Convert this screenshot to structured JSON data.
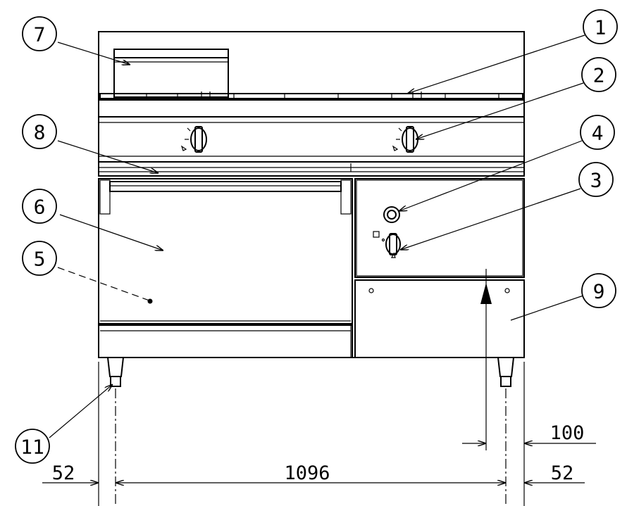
{
  "callouts": [
    {
      "id": "1",
      "label": "1"
    },
    {
      "id": "2",
      "label": "2"
    },
    {
      "id": "3",
      "label": "3"
    },
    {
      "id": "4",
      "label": "4"
    },
    {
      "id": "5",
      "label": "5"
    },
    {
      "id": "6",
      "label": "6"
    },
    {
      "id": "7",
      "label": "7"
    },
    {
      "id": "8",
      "label": "8"
    },
    {
      "id": "9",
      "label": "9"
    },
    {
      "id": "11",
      "label": "11"
    }
  ],
  "dimensions": {
    "left_offset": "52",
    "width_between_feet": "1096",
    "right_offset": "52",
    "right_inset": "100"
  }
}
